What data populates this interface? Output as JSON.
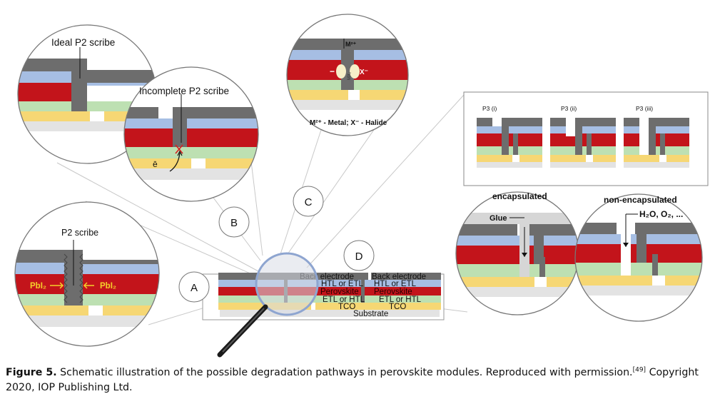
{
  "colors": {
    "metal": "#6d6d6d",
    "htl": "#a6bee3",
    "perovskite": "#c3141b",
    "etl": "#bde0b2",
    "tco": "#f6d774",
    "substrate": "#e3e3e3",
    "glue": "#d6d6d6"
  },
  "panels": {
    "B": {
      "circle_letter": "B",
      "ideal_label": "Ideal P2 scribe",
      "incomplete_label": "Incomplete P2 scribe",
      "electron_label": "ē"
    },
    "C": {
      "circle_letter": "C",
      "metal_ion": "M²⁺",
      "halide": "X⁻",
      "left_minus": "−",
      "mx_label": "MX₂",
      "legend": "M²⁺ - Metal; X⁻ - Halide"
    },
    "A": {
      "circle_letter": "A",
      "scribe_label": "P2 scribe",
      "left_pbi2": "PbI₂",
      "right_pbi2": "PbI₂"
    },
    "D": {
      "circle_letter": "D",
      "p3_labels": [
        "P3 (i)",
        "P3 (ii)",
        "P3 (iii)"
      ],
      "encapsulated": "encapsulated",
      "non_encapsulated": "non-encapsulated",
      "glue": "Glue",
      "species": "H₂O, O₂, ..."
    }
  },
  "stack_labels": {
    "back_electrode": "Back electrode",
    "htl_or_etl": "HTL or ETL",
    "perovskite": "Perovskite",
    "etl_or_htl": "ETL or HTL",
    "tco": "TCO",
    "substrate": "Substrate"
  },
  "caption": {
    "label": "Figure 5.",
    "text": " Schematic illustration of the possible degradation pathways in perovskite modules. Reproduced with permission.",
    "ref": "[49]",
    "tail": " Copyright 2020, IOP Publishing Ltd."
  }
}
